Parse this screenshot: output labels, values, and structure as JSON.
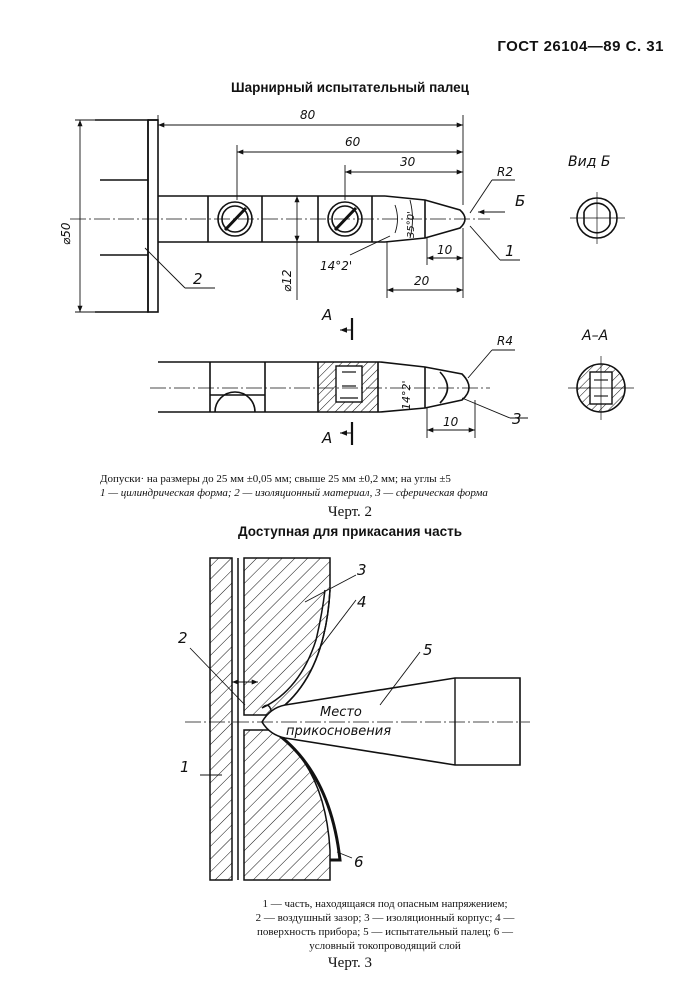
{
  "header": {
    "code": "ГОСТ 26104—89 С. 31"
  },
  "fig2": {
    "title": "Шарнирный испытательный палец",
    "dims": {
      "d80": "80",
      "d60": "60",
      "d30": "30",
      "r2": "R2",
      "b": "Б",
      "phi50": "⌀50",
      "phi12": "⌀12",
      "a35": "35°0'",
      "a14": "14°2'",
      "d10": "10",
      "d20": "20",
      "n1": "1",
      "n2": "2",
      "vidB": "Вид Б",
      "a": "A",
      "aa": "A–A",
      "r4": "R4",
      "d10b": "10",
      "n3": "3"
    },
    "tolerance_line1": "Допуски· на размеры до 25 мм ±0,05 мм; свыше 25 мм ±0,2 мм; на углы ±5",
    "tolerance_line2": "1 — цилиндрическая форма; 2 — изоляционный материал, 3 — сферическая форма",
    "caption": "Черт. 2"
  },
  "fig3": {
    "title": "Доступная для прикасания часть",
    "labels": {
      "n1": "1",
      "n2": "2",
      "n3": "3",
      "n4": "4",
      "n5": "5",
      "n6": "6",
      "mesto": "Место",
      "prikosnoveniya": "прикосновения"
    },
    "legend_line1": "1 — часть, находящаяся  под опасным напряжением;",
    "legend_line2": "2 — воздушный зазор; 3 — изоляционный корпус; 4 —",
    "legend_line3": "поверхность прибора; 5 — испытательный палец; 6 —",
    "legend_line4": "условный токопроводящий слой",
    "caption": "Черт. 3"
  }
}
